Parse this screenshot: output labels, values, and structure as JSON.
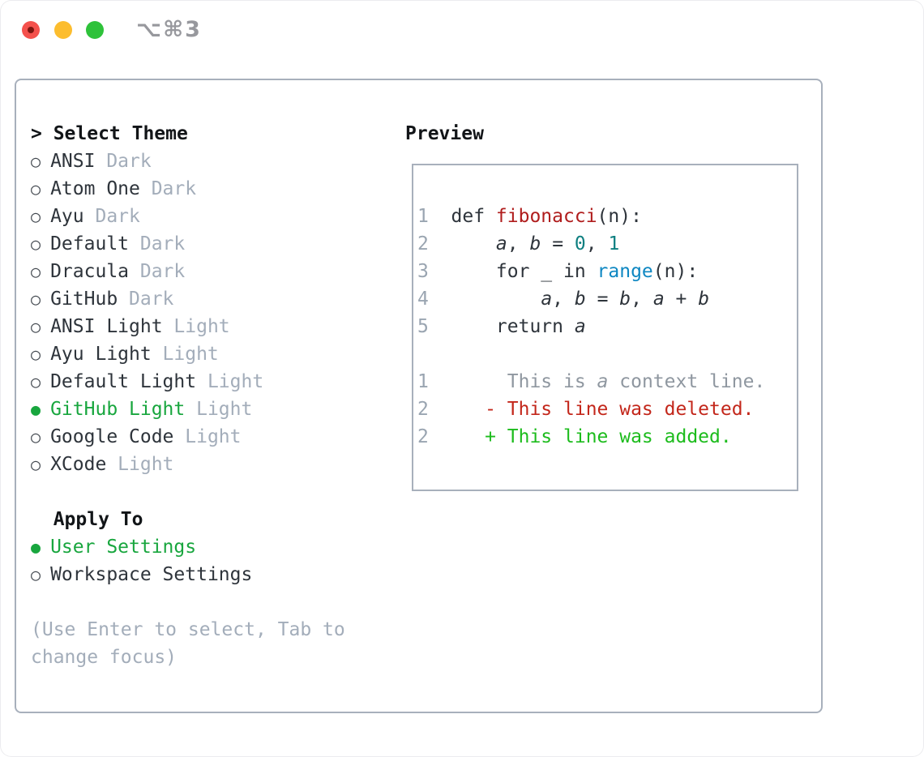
{
  "window": {
    "title": "⌥⌘3"
  },
  "traffic_lights": {
    "close_color": "#f4514c",
    "minimize_color": "#fcbd2e",
    "zoom_color": "#2ec23a"
  },
  "theme_list": {
    "header_marker": ">",
    "header_label": "Select Theme",
    "items": [
      {
        "marker": "○",
        "name": "ANSI",
        "tag": "Dark",
        "state": "normal"
      },
      {
        "marker": "○",
        "name": "Atom One",
        "tag": "Dark",
        "state": "normal"
      },
      {
        "marker": "○",
        "name": "Ayu",
        "tag": "Dark",
        "state": "normal"
      },
      {
        "marker": "○",
        "name": "Default",
        "tag": "Dark",
        "state": "normal"
      },
      {
        "marker": "○",
        "name": "Dracula",
        "tag": "Dark",
        "state": "normal"
      },
      {
        "marker": "○",
        "name": "GitHub",
        "tag": "Dark",
        "state": "normal"
      },
      {
        "marker": "○",
        "name": "ANSI Light",
        "tag": "Light",
        "state": "normal"
      },
      {
        "marker": "○",
        "name": "Ayu Light",
        "tag": "Light",
        "state": "normal"
      },
      {
        "marker": "○",
        "name": "Default Light",
        "tag": "Light",
        "state": "normal"
      },
      {
        "marker": "●",
        "name": "GitHub Light",
        "tag": "Light",
        "state": "selected"
      },
      {
        "marker": "○",
        "name": "Google Code",
        "tag": "Light",
        "state": "normal"
      },
      {
        "marker": "○",
        "name": "XCode",
        "tag": "Light",
        "state": "normal"
      }
    ]
  },
  "apply_to": {
    "header_label": "Apply To",
    "items": [
      {
        "marker": "●",
        "name": "User Settings",
        "state": "selected"
      },
      {
        "marker": "○",
        "name": "Workspace Settings",
        "state": "normal"
      }
    ]
  },
  "help": {
    "line1": "(Use Enter to select, Tab to",
    "line2": "change focus)"
  },
  "preview": {
    "title": "Preview",
    "lines": [
      {
        "num": "1",
        "tokens": [
          {
            "t": "def ",
            "c": "plain"
          },
          {
            "t": "fibonacci",
            "c": "func"
          },
          {
            "t": "(n):",
            "c": "plain"
          }
        ]
      },
      {
        "num": "2",
        "tokens": [
          {
            "t": "    ",
            "c": "plain"
          },
          {
            "t": "a",
            "c": "var"
          },
          {
            "t": ", ",
            "c": "plain"
          },
          {
            "t": "b",
            "c": "var"
          },
          {
            "t": " = ",
            "c": "plain"
          },
          {
            "t": "0",
            "c": "lit"
          },
          {
            "t": ", ",
            "c": "plain"
          },
          {
            "t": "1",
            "c": "lit"
          }
        ]
      },
      {
        "num": "3",
        "tokens": [
          {
            "t": "    for _ in ",
            "c": "plain"
          },
          {
            "t": "range",
            "c": "builtin"
          },
          {
            "t": "(n):",
            "c": "plain"
          }
        ]
      },
      {
        "num": "4",
        "tokens": [
          {
            "t": "        ",
            "c": "plain"
          },
          {
            "t": "a",
            "c": "var"
          },
          {
            "t": ", ",
            "c": "plain"
          },
          {
            "t": "b",
            "c": "var"
          },
          {
            "t": " = ",
            "c": "plain"
          },
          {
            "t": "b",
            "c": "var"
          },
          {
            "t": ", ",
            "c": "plain"
          },
          {
            "t": "a",
            "c": "var"
          },
          {
            "t": " + ",
            "c": "plain"
          },
          {
            "t": "b",
            "c": "var"
          }
        ]
      },
      {
        "num": "5",
        "tokens": [
          {
            "t": "    return ",
            "c": "plain"
          },
          {
            "t": "a",
            "c": "var"
          }
        ]
      },
      {
        "num": "",
        "tokens": []
      },
      {
        "num": "1",
        "tokens": [
          {
            "t": "     This is ",
            "c": "ctx"
          },
          {
            "t": "a",
            "c": "ctxvar"
          },
          {
            "t": " context line.",
            "c": "ctx"
          }
        ]
      },
      {
        "num": "2",
        "tokens": [
          {
            "t": "   - This line was deleted.",
            "c": "del"
          }
        ]
      },
      {
        "num": "2",
        "tokens": [
          {
            "t": "   + This line was added.",
            "c": "add"
          }
        ]
      }
    ]
  },
  "colors": {
    "accent_green": "#18a63e",
    "added_green": "#1dbc1d",
    "deleted_red": "#c3271b",
    "function_red": "#b01d1d",
    "builtin_blue": "#0e87c2",
    "literal_teal": "#0e7f80",
    "muted_gray": "#a3adba",
    "border_gray": "#a8b0bc"
  }
}
